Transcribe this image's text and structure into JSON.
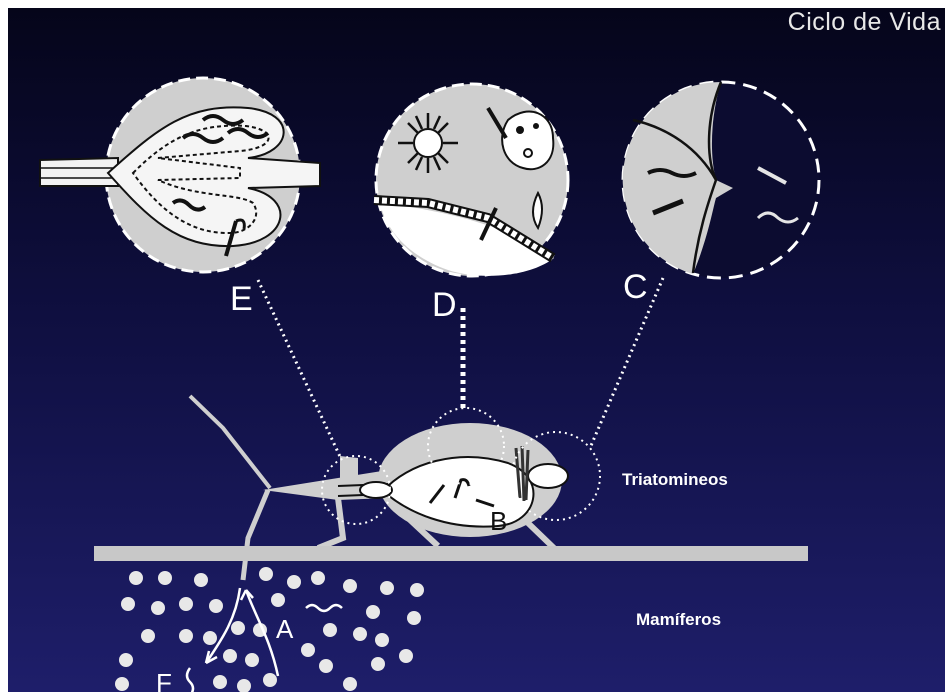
{
  "slide": {
    "title": "Ciclo de Vida",
    "background_top": "#05051a",
    "background_bottom": "#1e1e6a"
  },
  "labels": {
    "triatomineos": "Triatomineos",
    "mamiferos": "Mamíferos"
  },
  "stages": {
    "a": "A",
    "b": "B",
    "c": "C",
    "d": "D",
    "e": "E",
    "f": "F"
  }
}
